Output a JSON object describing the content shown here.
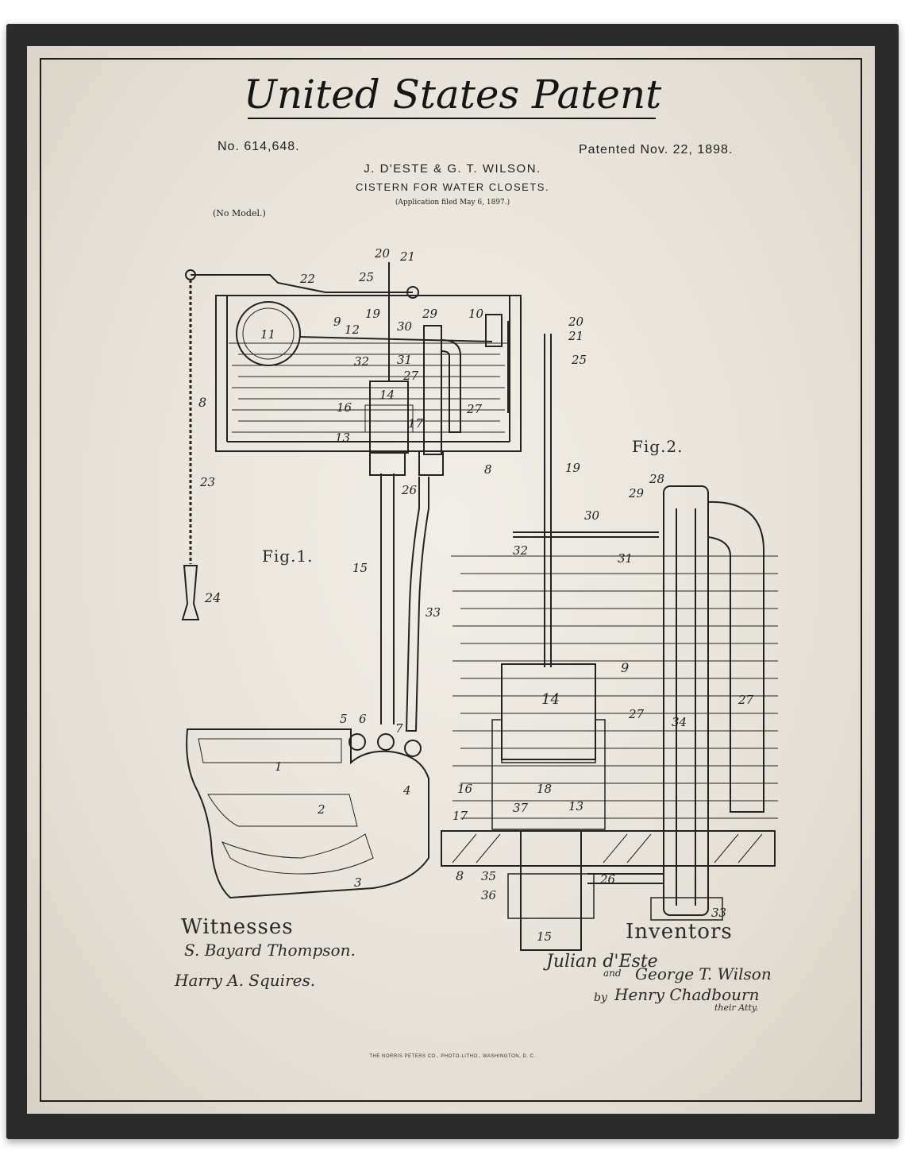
{
  "title": "United States Patent",
  "patent_number": "No. 614,648.",
  "patent_date": "Patented Nov. 22, 1898.",
  "inventors_line": "J. D'ESTE & G. T. WILSON.",
  "subject": "CISTERN FOR WATER CLOSETS.",
  "application_filed": "(Application filed May 6, 1897.)",
  "no_model": "(No Model.)",
  "fig1_label": "Fig.1.",
  "fig2_label": "Fig.2.",
  "witnesses_heading": "Witnesses",
  "witness_1": "S. Bayard Thompson.",
  "witness_2": "Harry A. Squires.",
  "inventors_heading": "Inventors",
  "inventor_1": "Julian d'Este",
  "inventor_and": "and",
  "inventor_2": "George T. Wilson",
  "attorney_by": "by",
  "attorney": "Henry Chadbourn",
  "attorney_role": "their Atty.",
  "footer": "THE NORRIS PETERS CO., PHOTO-LITHO., WASHINGTON, D. C.",
  "labels": {
    "l1": "1",
    "l2": "2",
    "l3": "3",
    "l4": "4",
    "l5": "5",
    "l6": "6",
    "l7": "7",
    "l8": "8",
    "l9": "9",
    "l10": "10",
    "l11": "11",
    "l12": "12",
    "l13": "13",
    "l14": "14",
    "l15": "15",
    "l16": "16",
    "l17": "17",
    "l18": "18",
    "l19": "19",
    "l20": "20",
    "l21": "21",
    "l22": "22",
    "l23": "23",
    "l24": "24",
    "l25": "25",
    "l26": "26",
    "l27": "27",
    "l28": "28",
    "l29": "29",
    "l30": "30",
    "l31": "31",
    "l32": "32",
    "l33": "33",
    "l34": "34",
    "l35": "35",
    "l36": "36",
    "l37": "37"
  }
}
